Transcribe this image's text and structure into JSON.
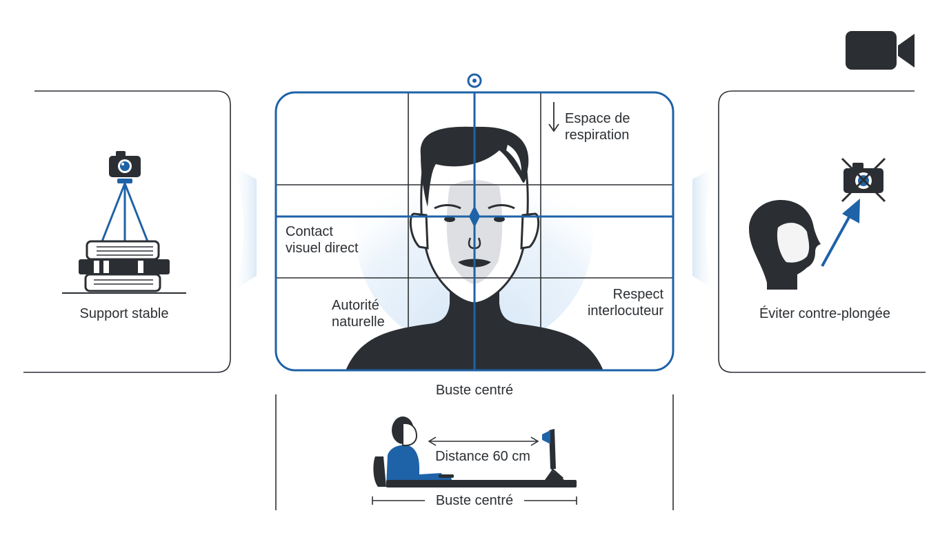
{
  "icons": {
    "video_camera": "video-camera-icon",
    "photo_camera": "camera-icon",
    "forbidden_camera": "camera-crossed-icon",
    "person_profile": "person-profile-icon",
    "person_desk": "person-at-desk-icon",
    "monitor_webcam": "monitor-webcam-icon"
  },
  "colors": {
    "accent": "#1e62a8",
    "dark": "#2b2f33",
    "skin_shade": "#d9dcdf",
    "glow": "#dcebf8"
  },
  "left_panel": {
    "caption": "Support stable"
  },
  "right_panel": {
    "caption": "Éviter contre-plongée"
  },
  "framing": {
    "top_note": {
      "line1": "Espace de",
      "line2": "respiration"
    },
    "left_note": {
      "line1": "Contact",
      "line2": "visuel direct"
    },
    "bottom_left_note": {
      "line1": "Autorité",
      "line2": "naturelle"
    },
    "bottom_right_note": {
      "line1": "Respect",
      "line2": "interlocuteur"
    },
    "caption": "Buste centré"
  },
  "desk": {
    "distance_label": "Distance 60 cm",
    "caption": "Buste centré"
  }
}
